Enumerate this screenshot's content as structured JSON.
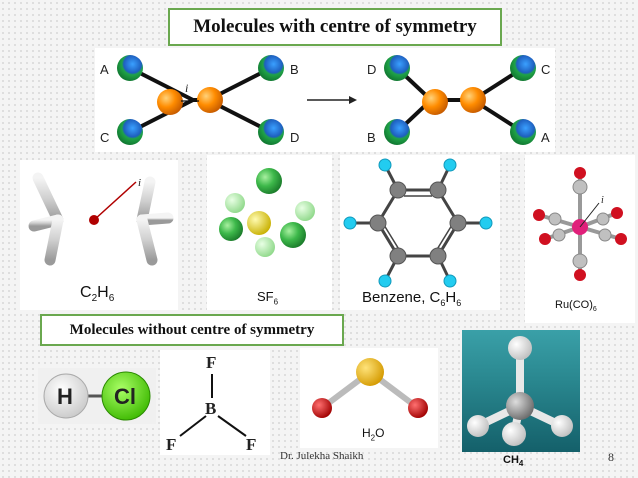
{
  "slide": {
    "title_top": "Molecules with centre of symmetry",
    "title_mid": "Molecules without centre of symmetry",
    "author": "Dr. Julekha Shaikh",
    "page_number": "8"
  },
  "symmetry_diagram": {
    "left_labels": [
      "A",
      "B",
      "C",
      "D"
    ],
    "right_labels": [
      "D",
      "C",
      "B",
      "A"
    ],
    "inversion_symbol": "i"
  },
  "molecules_with": [
    {
      "formula": "C2H6",
      "symbol_label": "i"
    },
    {
      "formula": "SF6"
    },
    {
      "formula": "Benzene, C6H6"
    },
    {
      "formula": "Ru(CO)6",
      "symbol_label": "i"
    }
  ],
  "molecules_without": [
    {
      "left": "H",
      "right": "Cl"
    },
    {
      "center": "B",
      "top": "F",
      "left": "F",
      "right": "F"
    },
    {
      "formula": "H2O"
    },
    {
      "formula": "CH4"
    }
  ],
  "colors": {
    "title_border": "#6aa84f",
    "orange_atom": "#ff8c00",
    "green_atom": "#1fa347",
    "blue_atom": "#1e5fbf"
  }
}
